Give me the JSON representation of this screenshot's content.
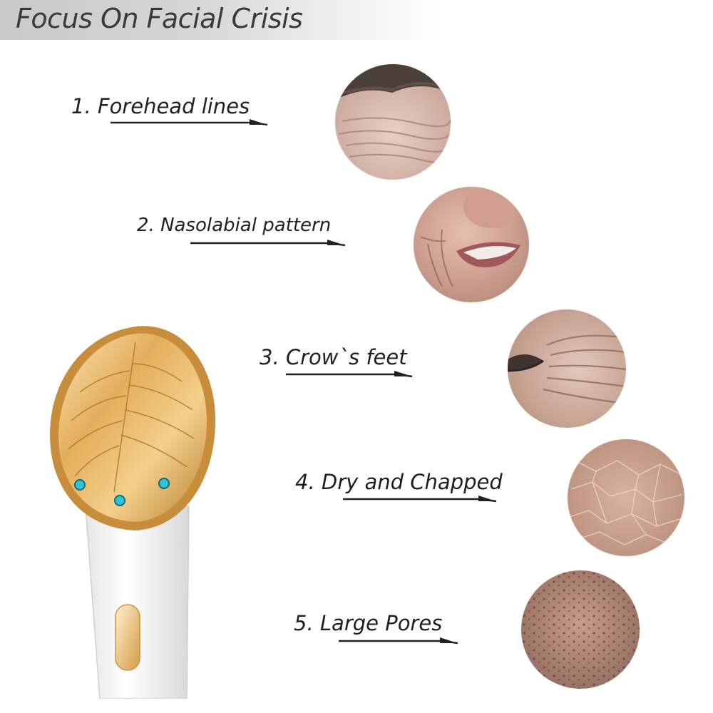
{
  "header": {
    "title": "Focus On Facial Crisis"
  },
  "items": [
    {
      "label": "1. Forehead lines",
      "image_icon": "forehead-wrinkles-image"
    },
    {
      "label": "2. Nasolabial pattern",
      "image_icon": "smile-lines-image"
    },
    {
      "label": "3. Crow`s feet",
      "image_icon": "eye-wrinkles-image"
    },
    {
      "label": "4. Dry and Chapped",
      "image_icon": "dry-skin-image"
    },
    {
      "label": "5. Large Pores",
      "image_icon": "pores-skin-image"
    }
  ],
  "colors": {
    "header_gray": "#cfcfcf",
    "device_gold": "#d9a441",
    "device_white": "#f4f4f4",
    "led_blue": "#2fc3d6"
  }
}
